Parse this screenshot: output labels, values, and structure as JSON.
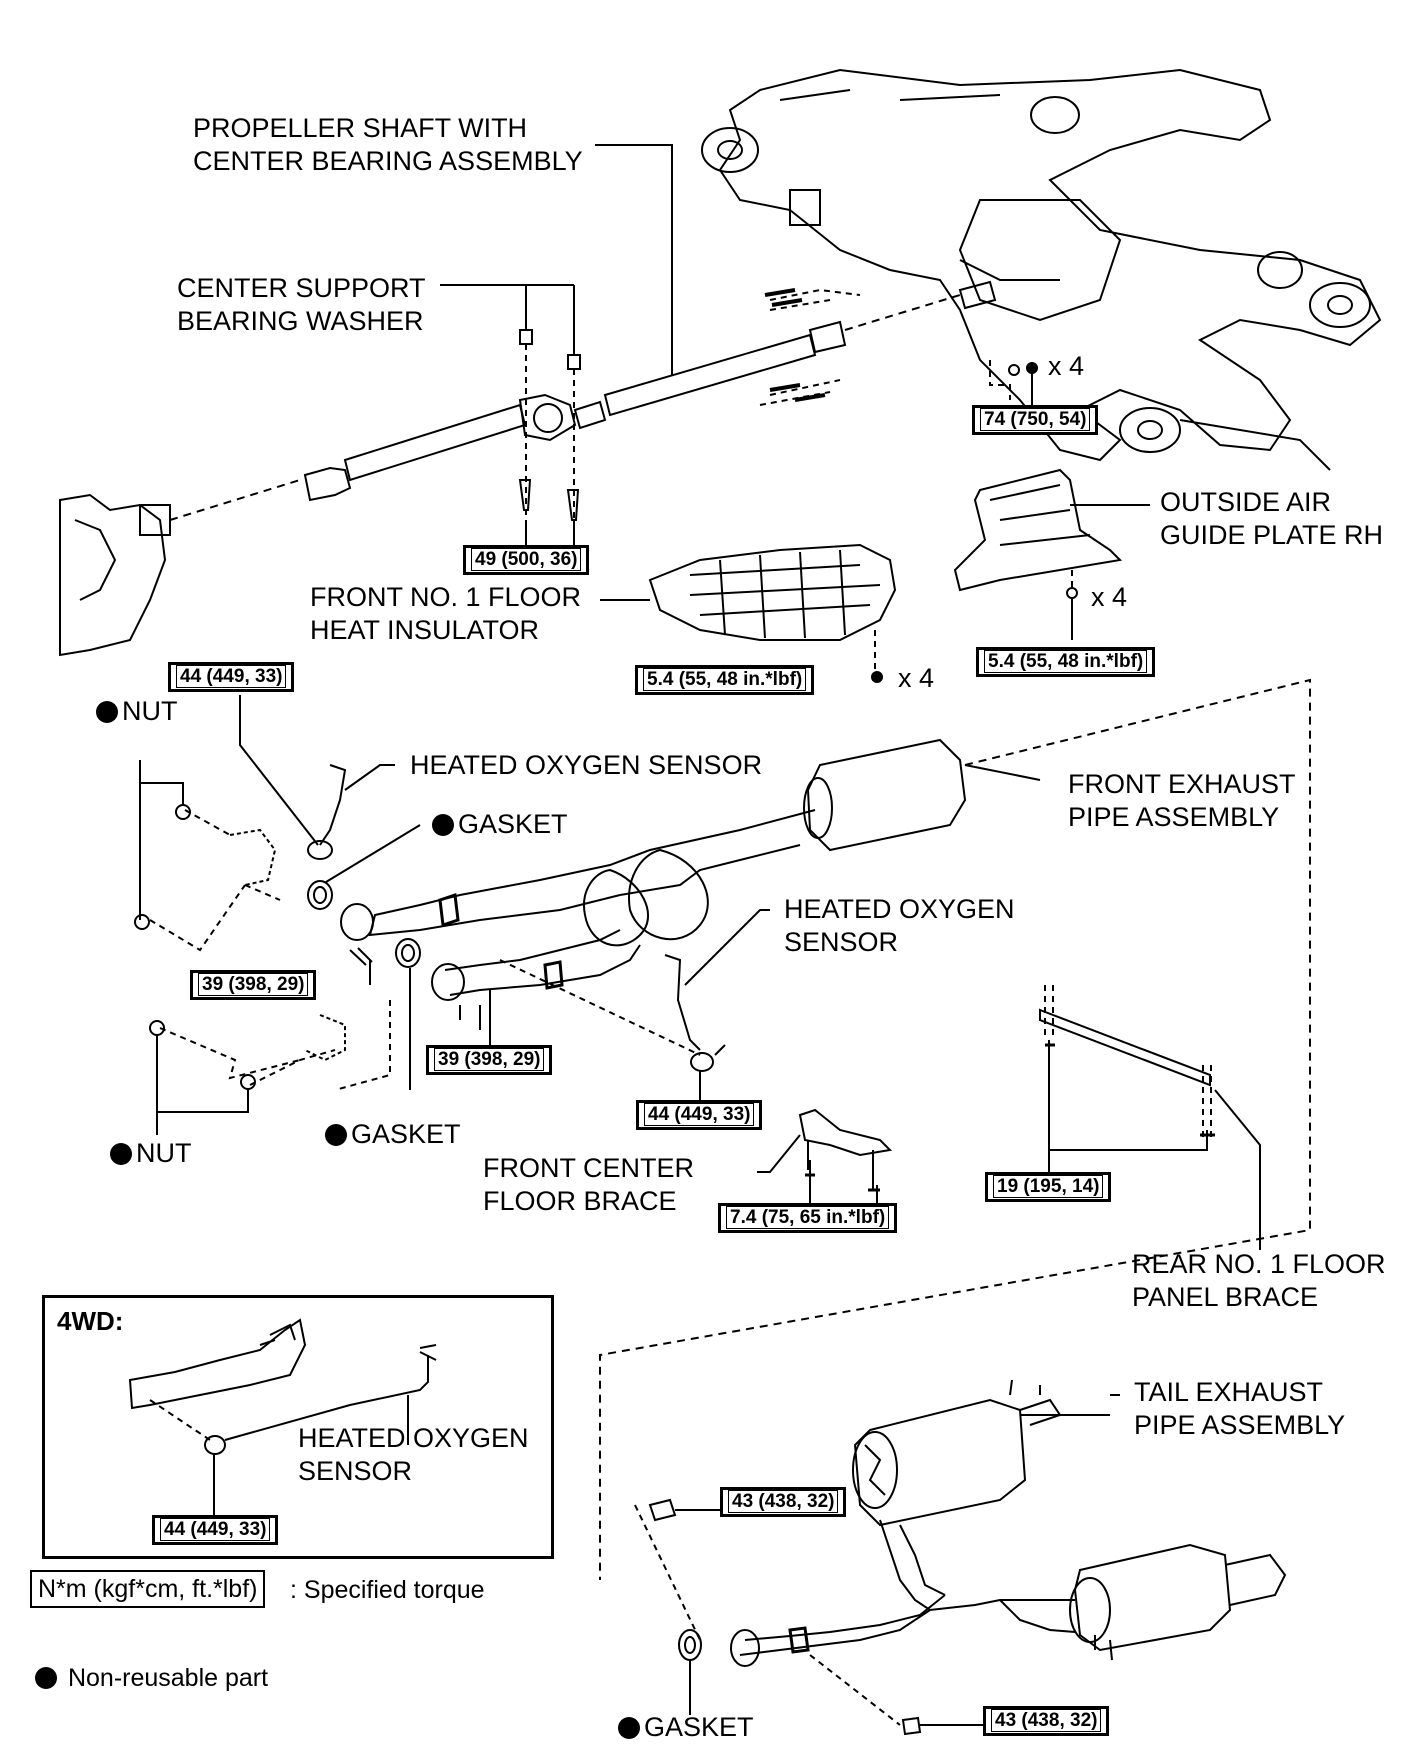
{
  "labels": {
    "propeller_shaft": [
      "PROPELLER SHAFT WITH",
      "CENTER BEARING ASSEMBLY"
    ],
    "center_support_washer": [
      "CENTER SUPPORT",
      "BEARING WASHER"
    ],
    "outside_air_guide": [
      "OUTSIDE AIR",
      "GUIDE PLATE RH"
    ],
    "front_floor_heat_insulator": [
      "FRONT NO. 1 FLOOR",
      "HEAT INSULATOR"
    ],
    "heated_o2_sensor_upper": "HEATED OXYGEN SENSOR",
    "front_exhaust_pipe": [
      "FRONT EXHAUST",
      "PIPE ASSEMBLY"
    ],
    "heated_o2_sensor_mid": [
      "HEATED OXYGEN",
      "SENSOR"
    ],
    "front_center_floor_brace": [
      "FRONT CENTER",
      "FLOOR BRACE"
    ],
    "rear_floor_panel_brace": [
      "REAR NO. 1 FLOOR",
      "PANEL BRACE"
    ],
    "tail_exhaust_pipe": [
      "TAIL EXHAUST",
      "PIPE ASSEMBLY"
    ],
    "heated_o2_sensor_inset": [
      "HEATED OXYGEN",
      "SENSOR"
    ],
    "nut": "NUT",
    "gasket": "GASKET",
    "x4": "x 4",
    "inset_title": "4WD:"
  },
  "torques": {
    "t_74": "74 (750, 54)",
    "t_49": "49 (500, 36)",
    "t_5_4": "5.4 (55, 48 in.*lbf)",
    "t_44": "44 (449, 33)",
    "t_39": "39 (398, 29)",
    "t_7_4": "7.4 (75, 65 in.*lbf)",
    "t_19": "19 (195, 14)",
    "t_43": "43 (438, 32)"
  },
  "legend": {
    "torque_unit": "N*m (kgf*cm, ft.*lbf)",
    "torque_desc": ": Specified torque",
    "nonreusable": "Non-reusable part"
  }
}
